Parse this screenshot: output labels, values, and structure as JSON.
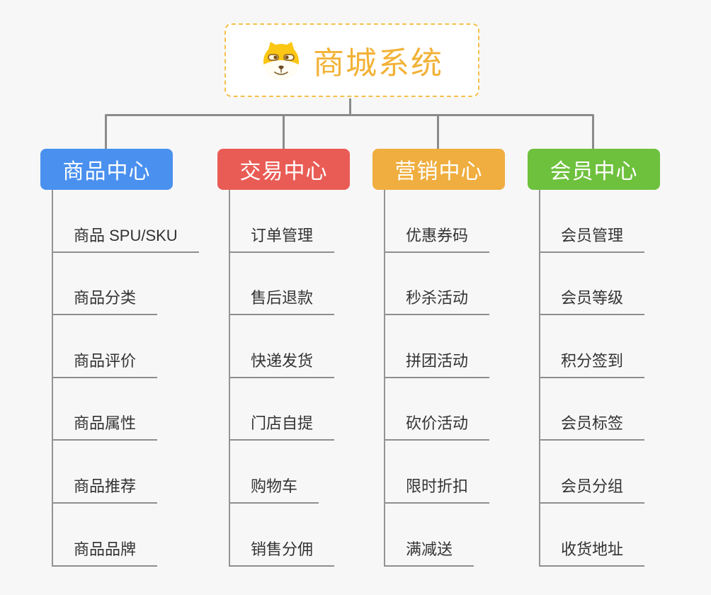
{
  "page": {
    "background_color": "#f7f7f7",
    "connector_color": "#8b8b8b"
  },
  "root": {
    "title": "商城系统",
    "icon": "shiba-dog-icon",
    "border_color": "#f6c04e",
    "title_color": "#f2b237"
  },
  "branches": [
    {
      "label": "商品中心",
      "color": "#4a90ef",
      "items": [
        "商品 SPU/SKU",
        "商品分类",
        "商品评价",
        "商品属性",
        "商品推荐",
        "商品品牌"
      ]
    },
    {
      "label": "交易中心",
      "color": "#e95c55",
      "items": [
        "订单管理",
        "售后退款",
        "快递发货",
        "门店自提",
        "购物车",
        "销售分佣"
      ]
    },
    {
      "label": "营销中心",
      "color": "#efae3f",
      "items": [
        "优惠券码",
        "秒杀活动",
        "拼团活动",
        "砍价活动",
        "限时折扣",
        "满减送"
      ]
    },
    {
      "label": "会员中心",
      "color": "#6ec13d",
      "items": [
        "会员管理",
        "会员等级",
        "积分签到",
        "会员标签",
        "会员分组",
        "收货地址"
      ]
    }
  ]
}
